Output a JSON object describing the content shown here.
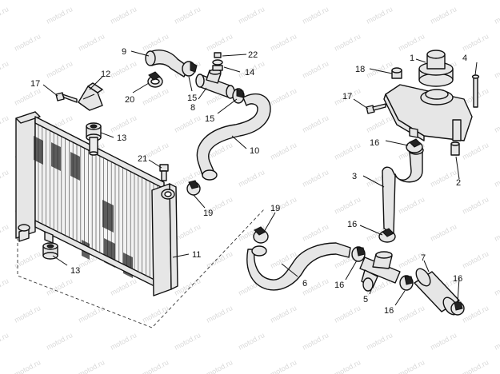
{
  "watermark_text": "motod.ru",
  "callouts": [
    {
      "id": "c1",
      "label": "1"
    },
    {
      "id": "c2",
      "label": "2"
    },
    {
      "id": "c3",
      "label": "3"
    },
    {
      "id": "c4",
      "label": "4"
    },
    {
      "id": "c5",
      "label": "5"
    },
    {
      "id": "c6",
      "label": "6"
    },
    {
      "id": "c7",
      "label": "7"
    },
    {
      "id": "c8",
      "label": "8"
    },
    {
      "id": "c9",
      "label": "9"
    },
    {
      "id": "c10",
      "label": "10"
    },
    {
      "id": "c11",
      "label": "11"
    },
    {
      "id": "c12",
      "label": "12"
    },
    {
      "id": "c13a",
      "label": "13"
    },
    {
      "id": "c13b",
      "label": "13"
    },
    {
      "id": "c14",
      "label": "14"
    },
    {
      "id": "c15a",
      "label": "15"
    },
    {
      "id": "c15b",
      "label": "15"
    },
    {
      "id": "c16a",
      "label": "16"
    },
    {
      "id": "c16b",
      "label": "16"
    },
    {
      "id": "c16c",
      "label": "16"
    },
    {
      "id": "c16d",
      "label": "16"
    },
    {
      "id": "c16e",
      "label": "16"
    },
    {
      "id": "c17a",
      "label": "17"
    },
    {
      "id": "c17b",
      "label": "17"
    },
    {
      "id": "c18",
      "label": "18"
    },
    {
      "id": "c19a",
      "label": "19"
    },
    {
      "id": "c19b",
      "label": "19"
    },
    {
      "id": "c20",
      "label": "20"
    },
    {
      "id": "c21",
      "label": "21"
    },
    {
      "id": "c22",
      "label": "22"
    }
  ]
}
